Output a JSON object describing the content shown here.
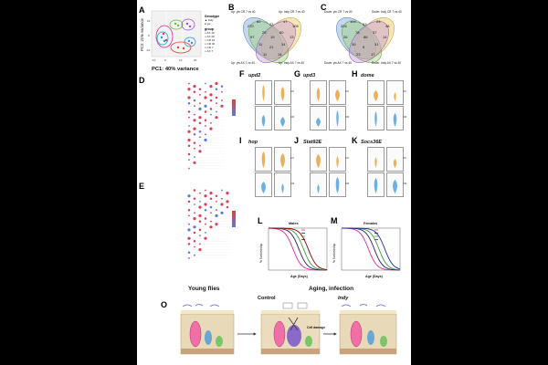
{
  "panels": {
    "a": "A",
    "b": "B",
    "c": "C",
    "d": "D",
    "e": "E",
    "f": "F",
    "g": "G",
    "h": "H",
    "i": "I",
    "j": "J",
    "k": "K",
    "l": "L",
    "m": "M",
    "o": "O"
  },
  "pca": {
    "xlabel": "PC1: 40% variance",
    "ylabel": "PC2: 21% variance",
    "legend_genotype_title": "Genotype",
    "genotype_items": [
      "Indy",
      "yw"
    ],
    "legend_group_title": "group",
    "group_items": [
      "AX 10",
      "AX 40",
      "CR 10",
      "CR 40",
      "CR 7",
      "AX 7"
    ],
    "ticks_x": [
      "-10",
      "0",
      "10",
      "20"
    ],
    "ticks_y": [
      "10",
      "0",
      "-10"
    ]
  },
  "venn_b": {
    "labels": [
      "Up: yw CR 7 vs 40",
      "Up: Indy CR 7 vs 40",
      "Up: yw AX 7 vs 40",
      "Up: Indy AX 7 vs 40"
    ],
    "counts": [
      "270",
      "82",
      "23",
      "17",
      "105",
      "57",
      "25",
      "19",
      "60",
      "13",
      "11",
      "21",
      "34",
      "11",
      "14"
    ]
  },
  "venn_c": {
    "labels": [
      "Down: yw CR 7 vs 40",
      "Down: Indy CR 7 vs 40",
      "Down: yw AX 7 vs 40",
      "Down: Indy AX 7 vs 40"
    ],
    "counts": [
      "226",
      "104",
      "53",
      "23",
      "48",
      "26",
      "78",
      "86",
      "37",
      "14",
      "30",
      "9",
      "31",
      "23",
      "17"
    ]
  },
  "dot_d": {
    "header": "",
    "rows": [
      "",
      "",
      "",
      "",
      "",
      "",
      "",
      "",
      "",
      "",
      "",
      "",
      "",
      "",
      "",
      "",
      "",
      "",
      "",
      "",
      "",
      "",
      "",
      "",
      "",
      "",
      "",
      "",
      "",
      "",
      ""
    ],
    "legend_title": "",
    "legend_count": ""
  },
  "dot_e": {
    "header": "",
    "rows": [
      "",
      "",
      "",
      "",
      "",
      "",
      "",
      "",
      "",
      "",
      "",
      "",
      "",
      "",
      "",
      "",
      "",
      "",
      "",
      "",
      "",
      "",
      "",
      "",
      ""
    ],
    "cols": [
      "",
      "",
      "",
      "",
      "",
      "",
      "",
      ""
    ],
    "legend_title": ""
  },
  "young_flies": "Young flies",
  "aging_infection": "Aging, infection",
  "violin_genes": [
    "upd2",
    "upd3",
    "dome",
    "hop",
    "Stat92E",
    "Socs36E"
  ],
  "violin_sublabels": {
    "row1_right": [
      "AX",
      "CR"
    ],
    "ylabel": ""
  },
  "survival_l": {
    "title": "Males",
    "ylabel": "% Survivorship",
    "xlabel": "Age (Days)",
    "legend": [
      "",
      "",
      "",
      ""
    ],
    "colors": [
      "#e0299b",
      "#2a1a6e",
      "#3a9e3a",
      "#8b0000"
    ]
  },
  "survival_m": {
    "title": "Females",
    "ylabel": "% Survivorship",
    "xlabel": "Age (Days)",
    "legend": [
      "",
      "",
      "",
      ""
    ],
    "colors": [
      "#e0299b",
      "#2a1a6e",
      "#3a9e3a",
      "#1a2a9e"
    ]
  },
  "schematic": {
    "control": "Control",
    "indy": "Indy",
    "cell_damage": "Cell damage",
    "labels": [
      "",
      "",
      "",
      "",
      ""
    ]
  }
}
